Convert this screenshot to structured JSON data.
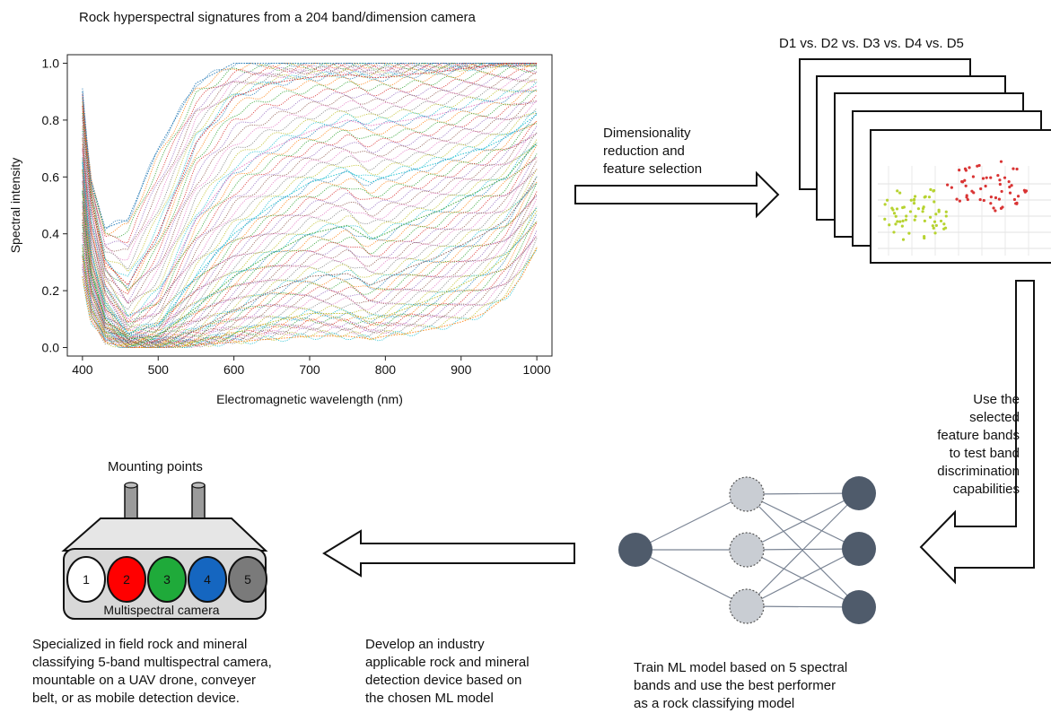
{
  "chart_data": {
    "type": "line",
    "title": "Rock hyperspectral signatures from a 204 band/dimension camera",
    "xlabel": "Electromagnetic wavelength (nm)",
    "ylabel": "Spectral intensity",
    "xlim": [
      380,
      1020
    ],
    "ylim": [
      -0.03,
      1.03
    ],
    "xticks": [
      "400",
      "500",
      "600",
      "700",
      "800",
      "900",
      "1000"
    ],
    "yticks": [
      "0.0",
      "0.2",
      "0.4",
      "0.6",
      "0.8",
      "1.0"
    ],
    "x": [
      400,
      410,
      430,
      460,
      500,
      550,
      600,
      650,
      700,
      750,
      780,
      800,
      830,
      870,
      900,
      930,
      960,
      980,
      1000
    ],
    "series": [
      {
        "values": [
          0.9,
          0.6,
          0.42,
          0.45,
          0.7,
          0.93,
          1.0,
          1.0,
          1.0,
          1.0,
          1.0,
          1.0,
          1.0,
          1.0,
          1.0,
          1.0,
          1.0,
          1.0,
          1.0
        ]
      },
      {
        "values": [
          0.85,
          0.55,
          0.3,
          0.22,
          0.4,
          0.72,
          0.88,
          0.93,
          0.95,
          0.96,
          0.95,
          0.95,
          0.96,
          0.97,
          0.98,
          0.99,
          1.0,
          1.0,
          1.0
        ]
      },
      {
        "values": [
          0.75,
          0.45,
          0.22,
          0.1,
          0.18,
          0.45,
          0.62,
          0.7,
          0.76,
          0.8,
          0.78,
          0.79,
          0.8,
          0.82,
          0.84,
          0.86,
          0.88,
          0.9,
          0.92
        ]
      },
      {
        "values": [
          0.65,
          0.35,
          0.15,
          0.05,
          0.08,
          0.25,
          0.4,
          0.5,
          0.58,
          0.62,
          0.58,
          0.6,
          0.62,
          0.65,
          0.68,
          0.7,
          0.74,
          0.78,
          0.82
        ]
      },
      {
        "values": [
          0.55,
          0.28,
          0.1,
          0.03,
          0.04,
          0.14,
          0.25,
          0.33,
          0.4,
          0.43,
          0.38,
          0.4,
          0.44,
          0.48,
          0.52,
          0.56,
          0.6,
          0.66,
          0.72
        ]
      },
      {
        "values": [
          0.45,
          0.22,
          0.07,
          0.02,
          0.02,
          0.06,
          0.13,
          0.2,
          0.25,
          0.26,
          0.22,
          0.24,
          0.28,
          0.32,
          0.36,
          0.4,
          0.45,
          0.52,
          0.6
        ]
      },
      {
        "values": [
          0.35,
          0.15,
          0.04,
          0.01,
          0.01,
          0.02,
          0.05,
          0.09,
          0.12,
          0.12,
          0.1,
          0.11,
          0.14,
          0.18,
          0.22,
          0.26,
          0.32,
          0.4,
          0.48
        ]
      },
      {
        "values": [
          0.25,
          0.1,
          0.02,
          0.0,
          0.0,
          0.01,
          0.02,
          0.03,
          0.04,
          0.04,
          0.03,
          0.04,
          0.05,
          0.07,
          0.09,
          0.12,
          0.18,
          0.25,
          0.35
        ]
      }
    ],
    "grid": false,
    "legend": "none"
  },
  "labels": {
    "dims_title": "D1 vs. D2 vs. D3 vs. D4 vs. D5",
    "arrow1_lines": [
      "Dimensionality",
      "reduction and",
      "feature selection"
    ],
    "arrow2_lines": [
      "Use the",
      "selected",
      "feature bands",
      "to test band",
      "discrimination",
      "capabilities"
    ],
    "mounting_points": "Mounting points",
    "camera_label": "Multispectral camera",
    "band_numbers": [
      "1",
      "2",
      "3",
      "4",
      "5"
    ],
    "caption_camera": [
      "Specialized in field rock and mineral",
      "classifying 5-band multispectral camera,",
      "mountable on a UAV drone, conveyer",
      "belt, or as  mobile detection device."
    ],
    "caption_device": [
      "Develop an industry",
      "applicable rock and mineral",
      "detection device based on",
      "the chosen ML model"
    ],
    "caption_train": [
      "Train ML model based on 5 spectral",
      "bands and use the best performer",
      "as a rock classifying model"
    ]
  },
  "colors": {
    "band1": "#ffffff",
    "band2": "#ff0000",
    "band3": "#1faa3a",
    "band4": "#1566c0",
    "band5": "#7a7a7a",
    "camera_body": "#d8d8d8",
    "nn_dark": "#4f5b6b",
    "nn_light": "#c9cdd3",
    "cluster_a": "#d93434",
    "cluster_b": "#b7d331"
  },
  "icons": {
    "arrow_right": "hollow-arrow-right-icon",
    "arrow_down": "hollow-arrow-down-left-icon",
    "arrow_left": "hollow-arrow-left-icon"
  }
}
